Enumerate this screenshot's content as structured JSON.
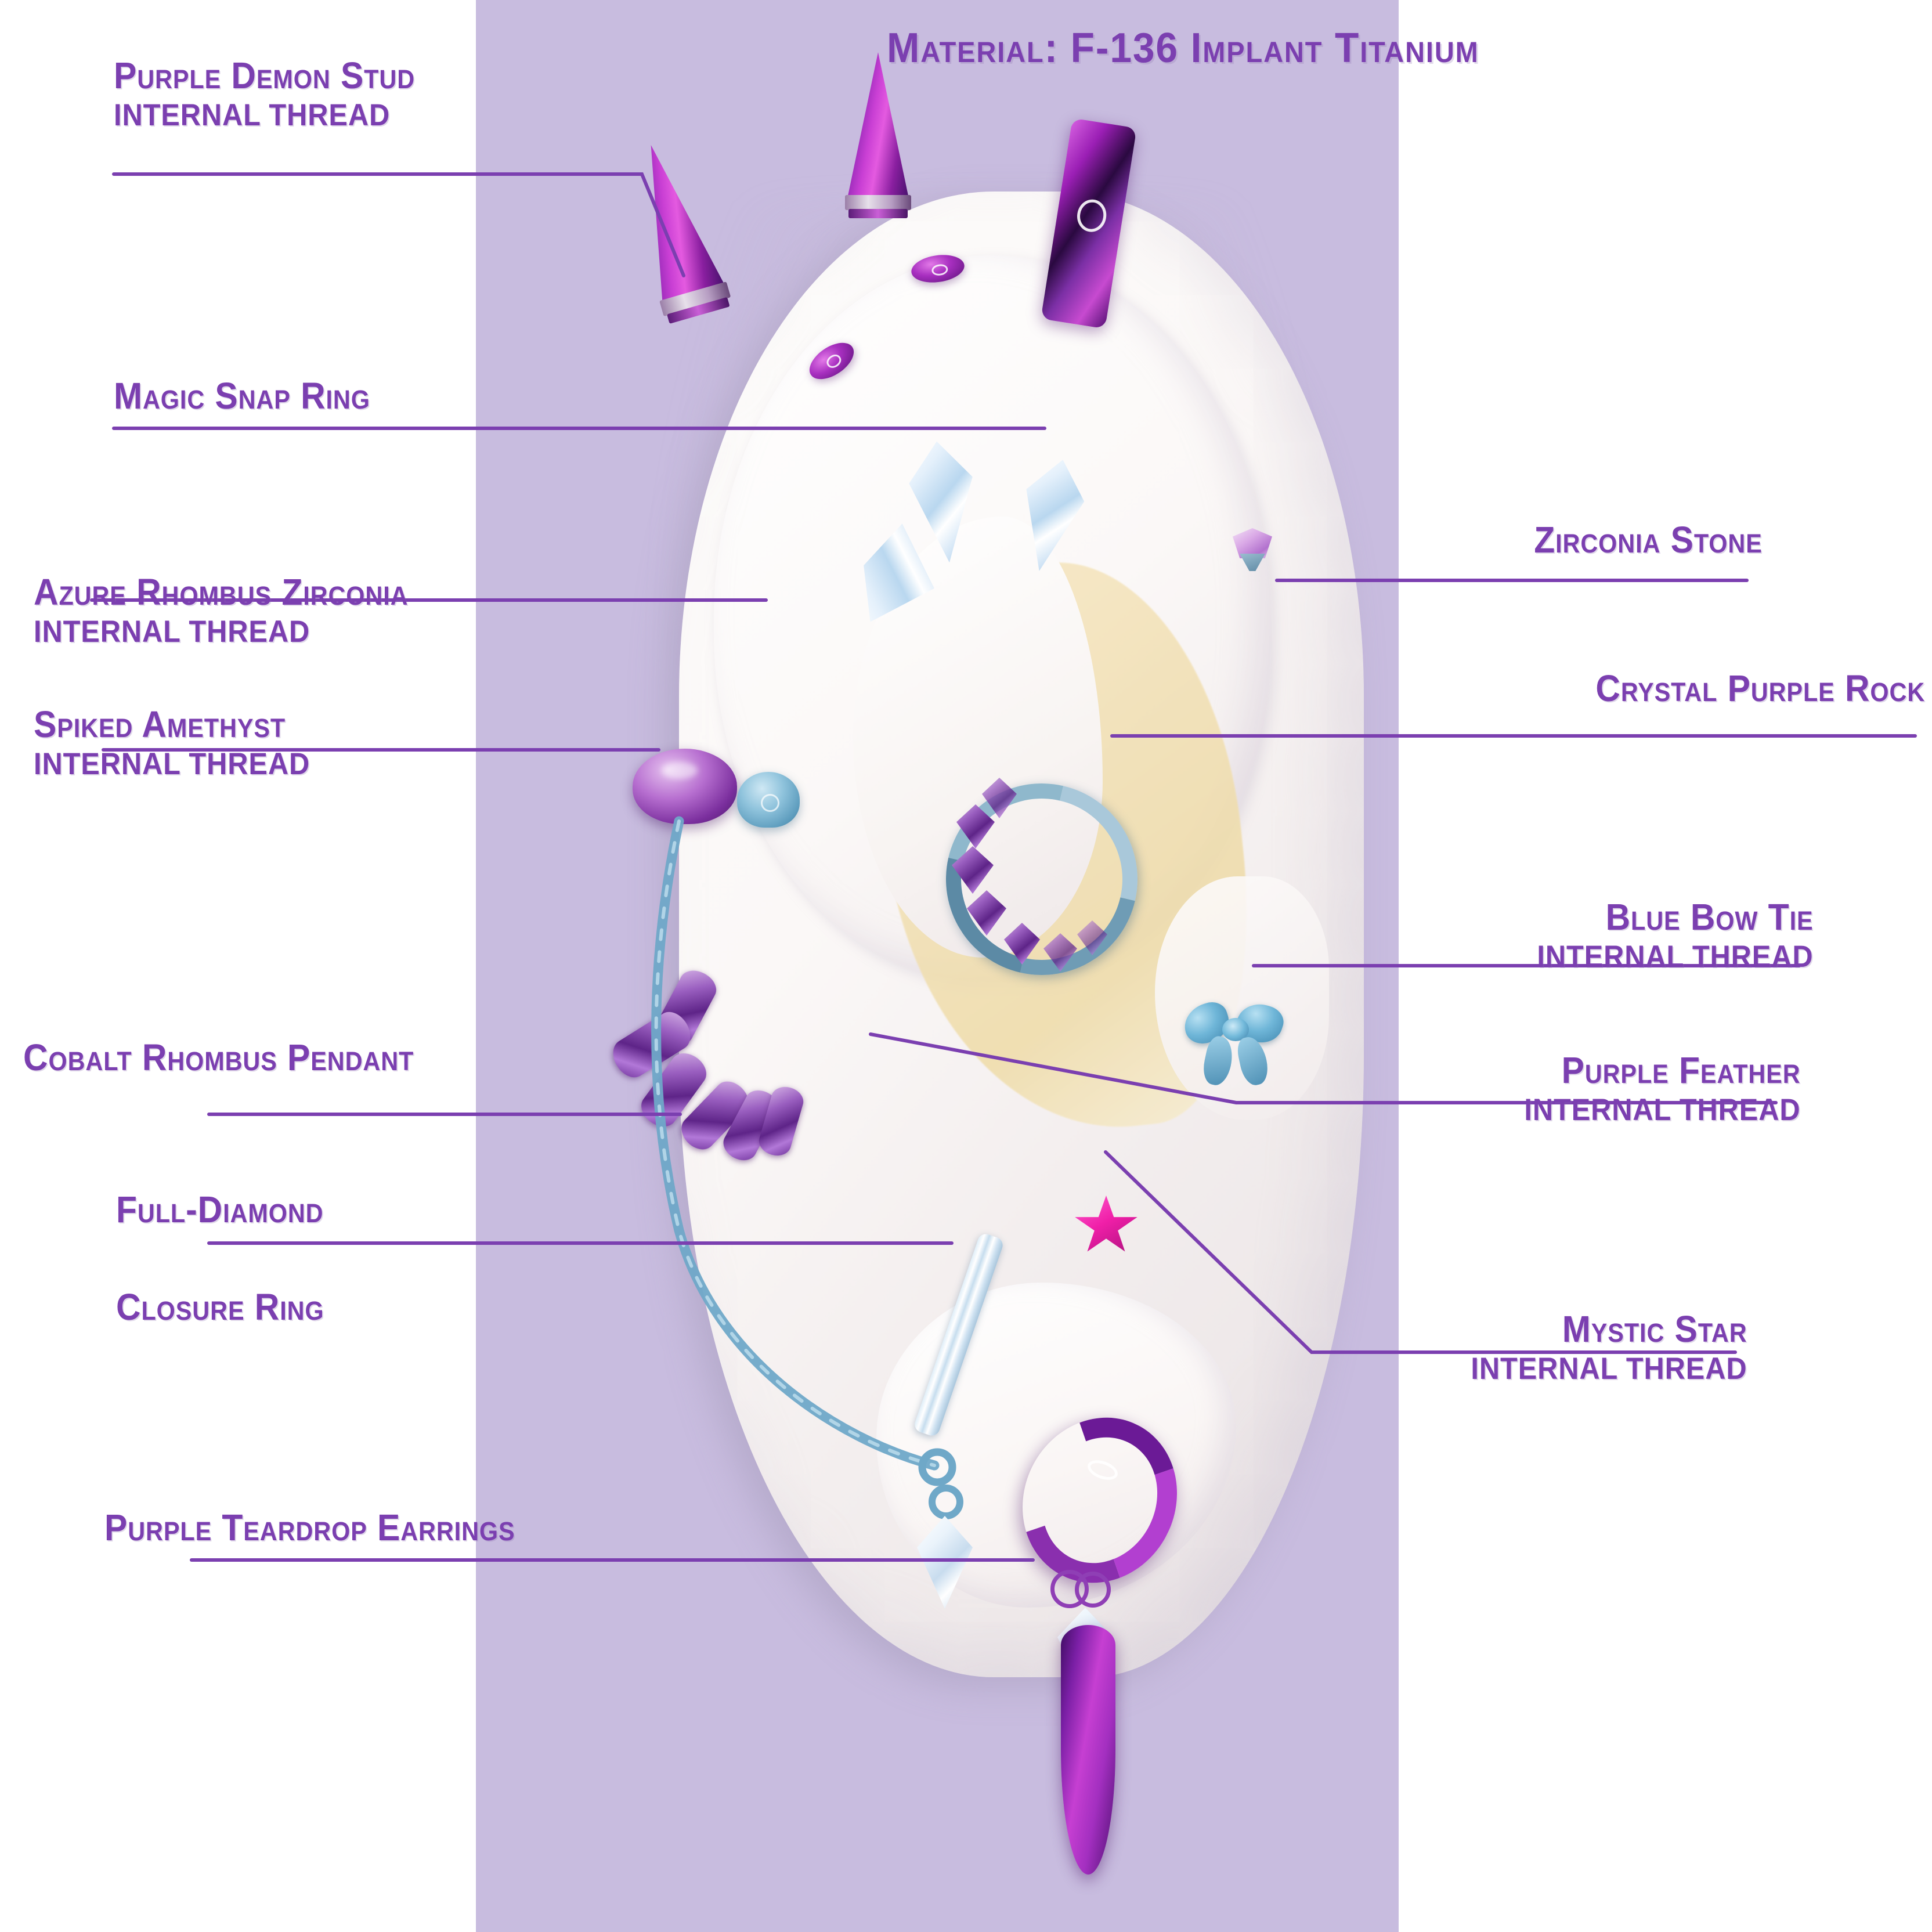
{
  "meta": {
    "accent_purple": "#7b3fb0",
    "band_lavender": "#c8bcdf",
    "background": "#ffffff"
  },
  "title": {
    "text": "Material: F-136 Implant Titanium"
  },
  "labels_left": [
    {
      "id": "purple-demon-stud",
      "line1": "Purple Demon Stud",
      "line2": "internal thread"
    },
    {
      "id": "magic-snap-ring",
      "line1": "Magic snap ring",
      "line2": ""
    },
    {
      "id": "azure-rhombus-zirconia",
      "line1": "Azure Rhombus Zirconia",
      "line2": "internal thread"
    },
    {
      "id": "spiked-amethyst",
      "line1": "Spiked Amethyst",
      "line2": "internal thread"
    },
    {
      "id": "cobalt-rhombus-pendant",
      "line1": "Cobalt Rhombus Pendant",
      "line2": ""
    },
    {
      "id": "full-diamond-closure-ring",
      "line1": "Full-Diamond",
      "line2": "Closure Ring"
    },
    {
      "id": "purple-teardrop-earrings",
      "line1": "Purple Teardrop Earrings",
      "line2": ""
    }
  ],
  "labels_right": [
    {
      "id": "zirconia-stone",
      "line1": "Zirconia Stone",
      "line2": ""
    },
    {
      "id": "crystal-purple-rock",
      "line1": "Crystal Purple Rock",
      "line2": ""
    },
    {
      "id": "blue-bow-tie",
      "line1": "Blue Bow Tie",
      "line2": "internal thread"
    },
    {
      "id": "purple-feather",
      "line1": "Purple Feather",
      "line2": "internal thread"
    },
    {
      "id": "mystic-star",
      "line1": "Mystic Star",
      "line2": "internal thread"
    }
  ]
}
